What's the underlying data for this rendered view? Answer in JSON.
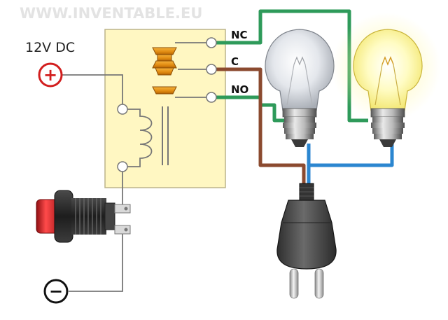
{
  "watermark": "WWW.INVENTABLE.EU",
  "supply": {
    "voltage_label": "12V DC",
    "positive_symbol": "+",
    "negative_symbol": "−"
  },
  "relay": {
    "terminals": {
      "nc": "NC",
      "c": "C",
      "no": "NO"
    }
  },
  "lamps": [
    {
      "state": "off"
    },
    {
      "state": "on"
    }
  ],
  "icons": {
    "push_button": "push-button-switch",
    "plug": "mains-plug",
    "coil": "relay-coil"
  },
  "colors": {
    "relay_body": "#FFF7C2",
    "wire_green": "#2E9A5A",
    "wire_brown": "#8B4A2F",
    "wire_blue": "#2B86D0",
    "wire_grey": "#777777",
    "positive_red": "#D21E1E",
    "button_red": "#D8262A",
    "watermark": "#E3E3E3"
  }
}
